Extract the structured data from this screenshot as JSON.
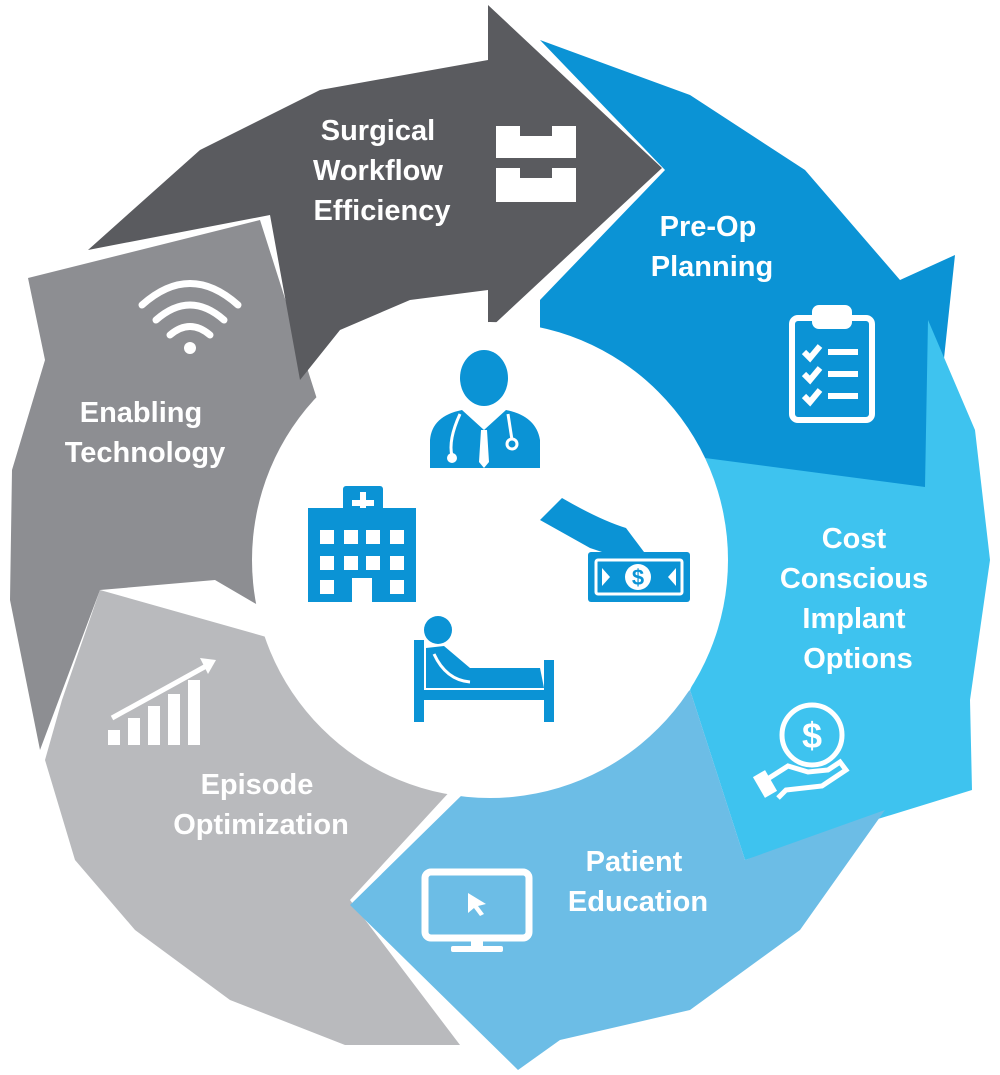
{
  "segments": [
    {
      "id": "surgical",
      "label_lines": [
        "Surgical",
        "Workflow",
        "Efficiency"
      ],
      "color": "#5a5b5f",
      "icon": "stacked-trays-icon"
    },
    {
      "id": "preop",
      "label_lines": [
        "Pre-Op",
        "Planning"
      ],
      "color": "#0b93d5",
      "icon": "clipboard-checklist-icon"
    },
    {
      "id": "cost",
      "label_lines": [
        "Cost",
        "Conscious",
        "Implant",
        "Options"
      ],
      "color": "#3ec3ef",
      "icon": "dollar-hand-icon"
    },
    {
      "id": "patient",
      "label_lines": [
        "Patient",
        "Education"
      ],
      "color": "#6cbde6",
      "icon": "monitor-cursor-icon"
    },
    {
      "id": "episode",
      "label_lines": [
        "Episode",
        "Optimization"
      ],
      "color": "#b9babd",
      "icon": "growth-bars-icon"
    },
    {
      "id": "enabling",
      "label_lines": [
        "Enabling",
        "Technology"
      ],
      "color": "#8d8e92",
      "icon": "wifi-icon"
    }
  ],
  "center": {
    "icon_color": "#0b93d5",
    "icons": [
      "doctor-icon",
      "hospital-icon",
      "hand-payment-icon",
      "patient-bed-icon"
    ]
  }
}
